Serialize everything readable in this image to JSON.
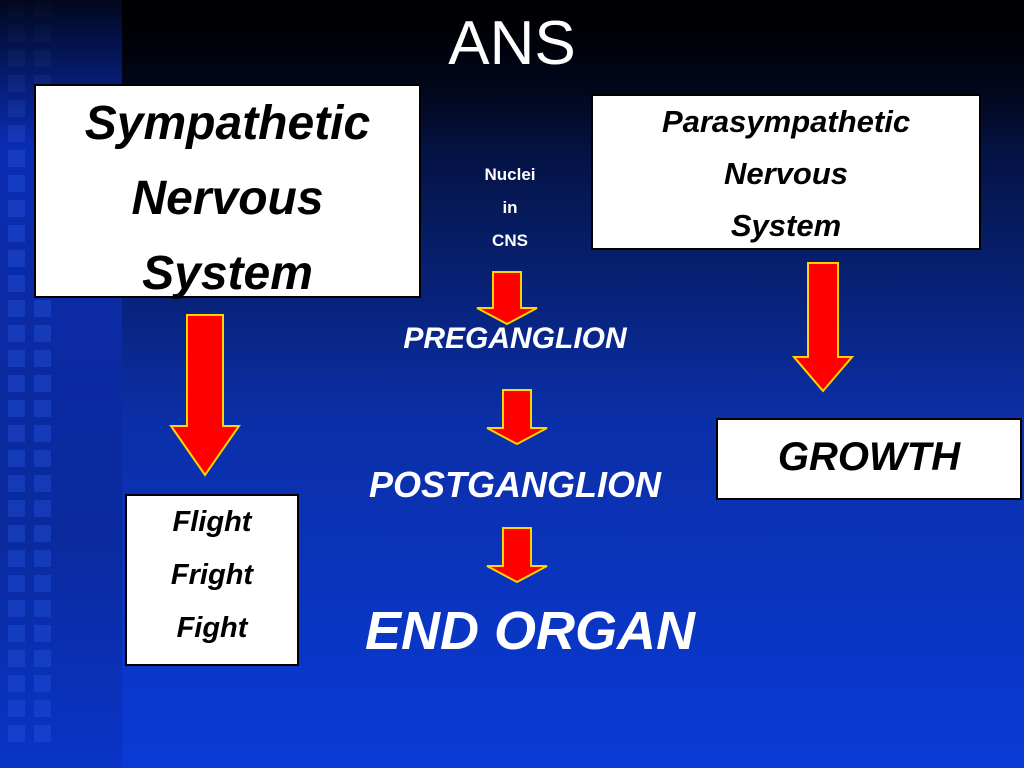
{
  "title": "ANS",
  "sympathetic": {
    "lines": [
      "Sympathetic",
      "Nervous",
      "System"
    ]
  },
  "parasympathetic": {
    "lines": [
      "Parasympathetic",
      "Nervous",
      "System"
    ]
  },
  "center": {
    "nuclei_lines": [
      "Nuclei",
      "in",
      "CNS"
    ],
    "preganglion": "PREGANGLION",
    "postganglion": "POSTGANGLION",
    "end_organ": "END ORGAN"
  },
  "sympathetic_outcome": {
    "lines": [
      "Flight",
      "Fright",
      "Fight"
    ]
  },
  "parasympathetic_outcome": {
    "label": "GROWTH"
  },
  "colors": {
    "arrow_fill": "#ff0000",
    "arrow_outline": "#ffd400",
    "box_fill": "#ffffff",
    "text_on_blue": "#ffffff"
  }
}
